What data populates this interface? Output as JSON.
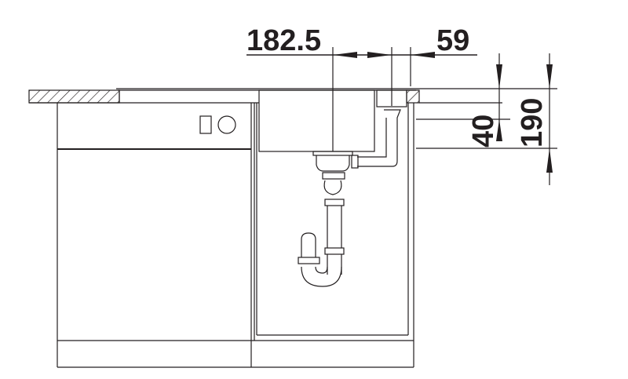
{
  "diagram": {
    "type": "sink installation cross-section",
    "colors": {
      "line": "#231f20",
      "background": "#ffffff"
    },
    "dimensions": {
      "bowl_center_offset": "182.5",
      "overflow_offset": "59",
      "counter_to_overflow": "40",
      "counter_to_outlet": "190"
    },
    "components": [
      "countertop",
      "dishwasher",
      "sink-bowl",
      "waste-outlet",
      "overflow-pipe",
      "p-trap",
      "base-cabinet"
    ]
  }
}
